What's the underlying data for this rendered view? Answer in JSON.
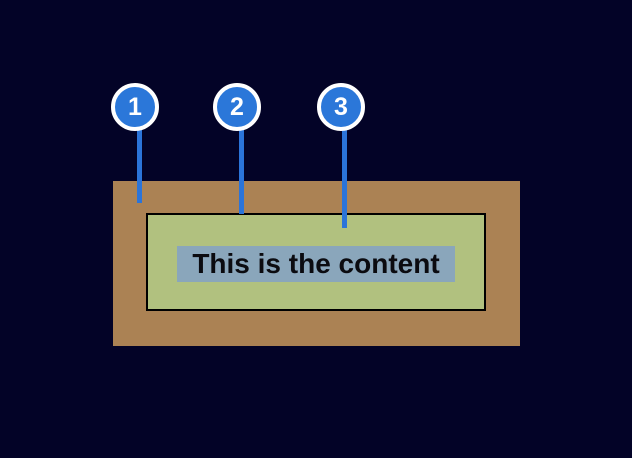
{
  "diagram": {
    "content_text": "This is the content",
    "callouts": [
      {
        "number": "1"
      },
      {
        "number": "2"
      },
      {
        "number": "3"
      }
    ],
    "colors": {
      "background": "#030327",
      "margin_box": "#ab8254",
      "padding_box": "#b1c17f",
      "padding_border": "#000000",
      "content_highlight": "#8aa6bb",
      "content_text": "#0b0b10",
      "callout_fill": "#2b77d9",
      "callout_ring": "#ffffff",
      "callout_line": "#2b74d9"
    }
  }
}
